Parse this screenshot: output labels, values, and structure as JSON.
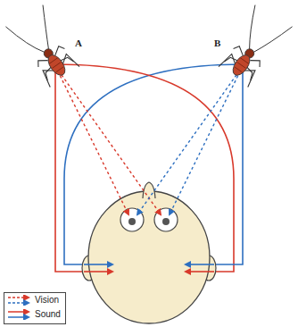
{
  "diagram": {
    "labels": [
      "A",
      "B"
    ],
    "legend": [
      {
        "text": "Vision"
      },
      {
        "text": "Sound"
      }
    ]
  }
}
